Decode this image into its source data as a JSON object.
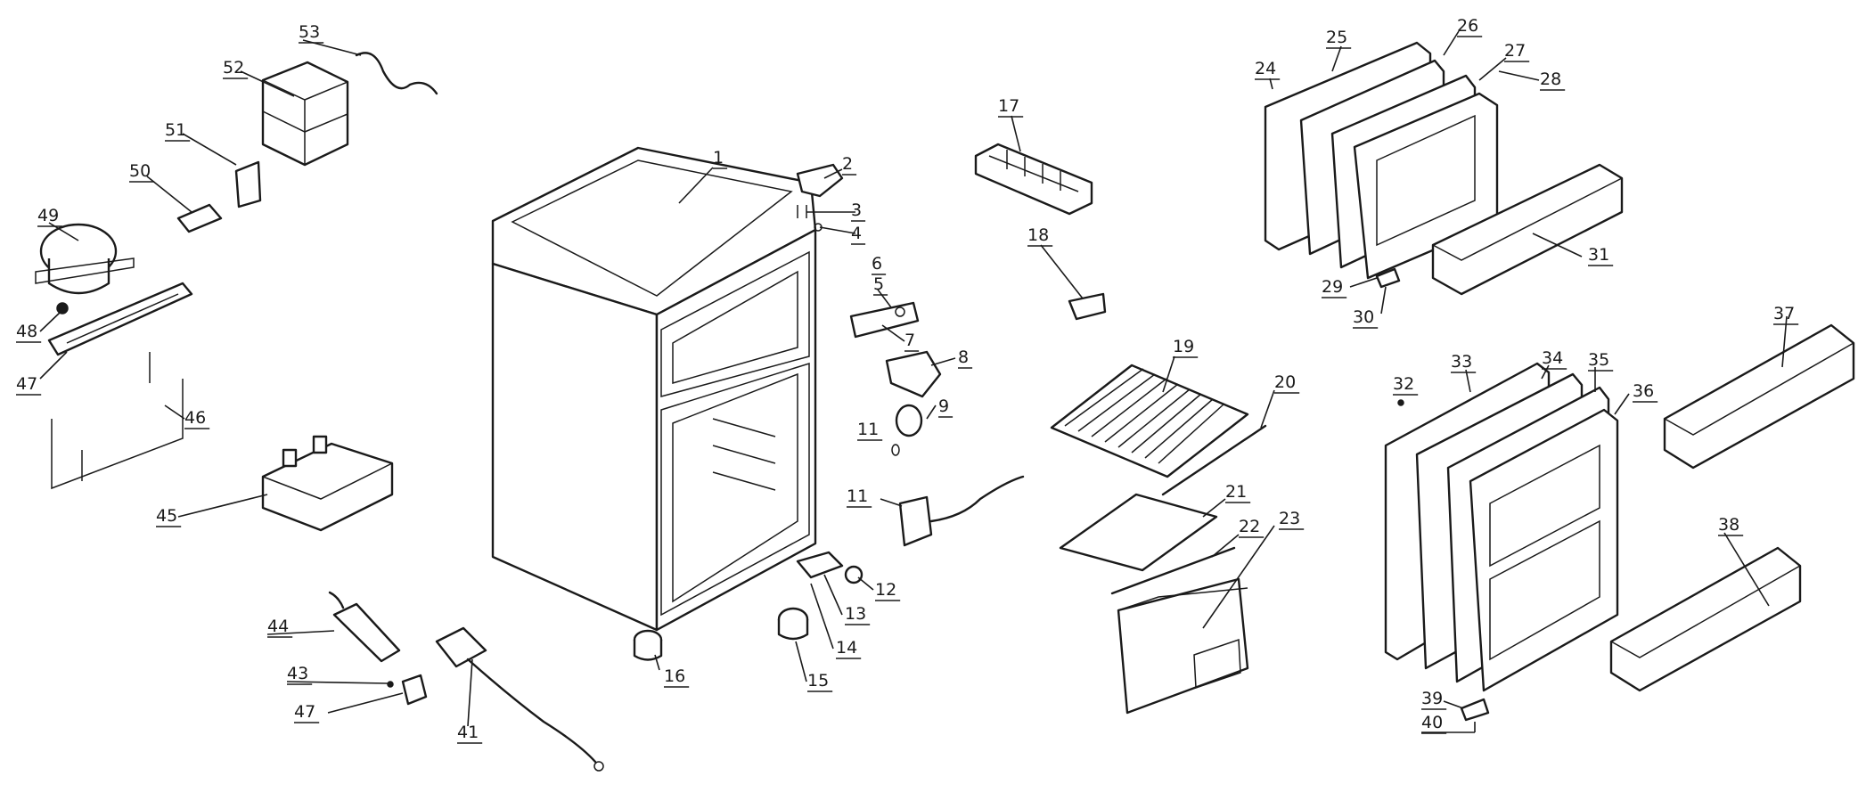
{
  "labels": [
    "1",
    "2",
    "3",
    "4",
    "5",
    "6",
    "7",
    "8",
    "9",
    "11",
    "11",
    "12",
    "13",
    "14",
    "15",
    "16",
    "17",
    "18",
    "19",
    "20",
    "21",
    "22",
    "23",
    "24",
    "25",
    "26",
    "27",
    "28",
    "29",
    "30",
    "31",
    "32",
    "33",
    "34",
    "35",
    "36",
    "37",
    "38",
    "39",
    "40",
    "41",
    "43",
    "44",
    "45",
    "46",
    "47",
    "47",
    "48",
    "49",
    "50",
    "51",
    "52",
    "53"
  ]
}
